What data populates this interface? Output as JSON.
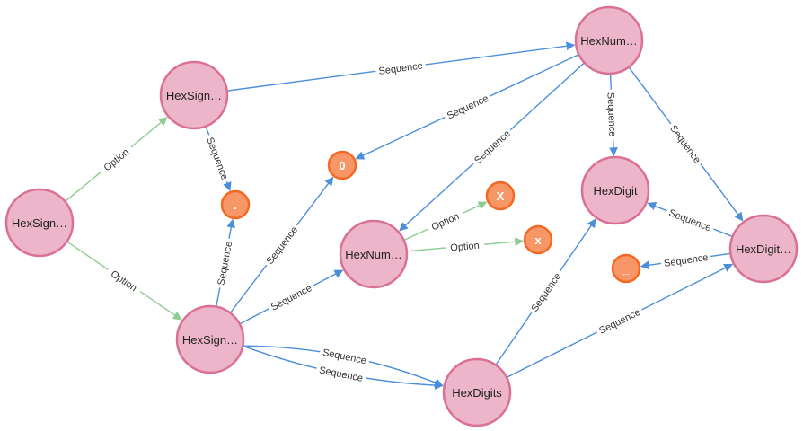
{
  "graph": {
    "colors": {
      "node_fill": "#ecb5c9",
      "node_stroke": "#da7194",
      "leaf_fill": "#f79767",
      "leaf_stroke": "#f36924",
      "edge_sequence": "#4c8eda",
      "edge_option": "#8dcc93",
      "text_dark": "#222222",
      "text_light": "#ffffff"
    },
    "nodes": [
      {
        "id": "n_hexsign_left",
        "label": "HexSign…",
        "kind": "rule"
      },
      {
        "id": "n_hexsign_top",
        "label": "HexSign…",
        "kind": "rule"
      },
      {
        "id": "n_hexsign_bottom",
        "label": "HexSign…",
        "kind": "rule"
      },
      {
        "id": "n_hexnum_top",
        "label": "HexNum…",
        "kind": "rule"
      },
      {
        "id": "n_hexnum_mid",
        "label": "HexNum…",
        "kind": "rule"
      },
      {
        "id": "n_hexdigit",
        "label": "HexDigit",
        "kind": "rule"
      },
      {
        "id": "n_hexdigit_right",
        "label": "HexDigit…",
        "kind": "rule"
      },
      {
        "id": "n_hexdigits",
        "label": "HexDigits",
        "kind": "rule"
      },
      {
        "id": "n_zero",
        "label": "0",
        "kind": "literal"
      },
      {
        "id": "n_dot",
        "label": ".",
        "kind": "literal"
      },
      {
        "id": "n_upper_x",
        "label": "X",
        "kind": "literal"
      },
      {
        "id": "n_lower_x",
        "label": "x",
        "kind": "literal"
      },
      {
        "id": "n_underscore",
        "label": "_",
        "kind": "literal"
      }
    ],
    "edges": [
      {
        "id": "e1",
        "from": "n_hexsign_left",
        "to": "n_hexsign_top",
        "label": "Option",
        "kind": "option"
      },
      {
        "id": "e2",
        "from": "n_hexsign_left",
        "to": "n_hexsign_bottom",
        "label": "Option",
        "kind": "option"
      },
      {
        "id": "e3",
        "from": "n_hexsign_top",
        "to": "n_hexnum_top",
        "label": "Sequence",
        "kind": "sequence"
      },
      {
        "id": "e4",
        "from": "n_hexsign_top",
        "to": "n_dot",
        "label": "Sequence",
        "kind": "sequence"
      },
      {
        "id": "e5",
        "from": "n_hexsign_bottom",
        "to": "n_dot",
        "label": "Sequence",
        "kind": "sequence"
      },
      {
        "id": "e6",
        "from": "n_hexsign_bottom",
        "to": "n_zero",
        "label": "Sequence",
        "kind": "sequence"
      },
      {
        "id": "e7",
        "from": "n_hexsign_bottom",
        "to": "n_hexnum_mid",
        "label": "Sequence",
        "kind": "sequence"
      },
      {
        "id": "e8",
        "from": "n_hexsign_bottom",
        "to": "n_hexdigits",
        "label": "Sequence",
        "kind": "sequence"
      },
      {
        "id": "e9",
        "from": "n_hexsign_bottom",
        "to": "n_hexdigits",
        "label": "Sequence",
        "kind": "sequence"
      },
      {
        "id": "e10",
        "from": "n_hexnum_top",
        "to": "n_zero",
        "label": "Sequence",
        "kind": "sequence"
      },
      {
        "id": "e11",
        "from": "n_hexnum_top",
        "to": "n_hexnum_mid",
        "label": "Sequence",
        "kind": "sequence"
      },
      {
        "id": "e12",
        "from": "n_hexnum_top",
        "to": "n_hexdigit",
        "label": "Sequence",
        "kind": "sequence"
      },
      {
        "id": "e13",
        "from": "n_hexnum_top",
        "to": "n_hexdigit_right",
        "label": "Sequence",
        "kind": "sequence"
      },
      {
        "id": "e14",
        "from": "n_hexnum_mid",
        "to": "n_upper_x",
        "label": "Option",
        "kind": "option"
      },
      {
        "id": "e15",
        "from": "n_hexnum_mid",
        "to": "n_lower_x",
        "label": "Option",
        "kind": "option"
      },
      {
        "id": "e16",
        "from": "n_hexdigit_right",
        "to": "n_hexdigit",
        "label": "Sequence",
        "kind": "sequence"
      },
      {
        "id": "e17",
        "from": "n_hexdigit_right",
        "to": "n_underscore",
        "label": "Sequence",
        "kind": "sequence"
      },
      {
        "id": "e18",
        "from": "n_hexdigits",
        "to": "n_hexdigit",
        "label": "Sequence",
        "kind": "sequence"
      },
      {
        "id": "e19",
        "from": "n_hexdigits",
        "to": "n_hexdigit_right",
        "label": "Sequence",
        "kind": "sequence"
      }
    ]
  }
}
